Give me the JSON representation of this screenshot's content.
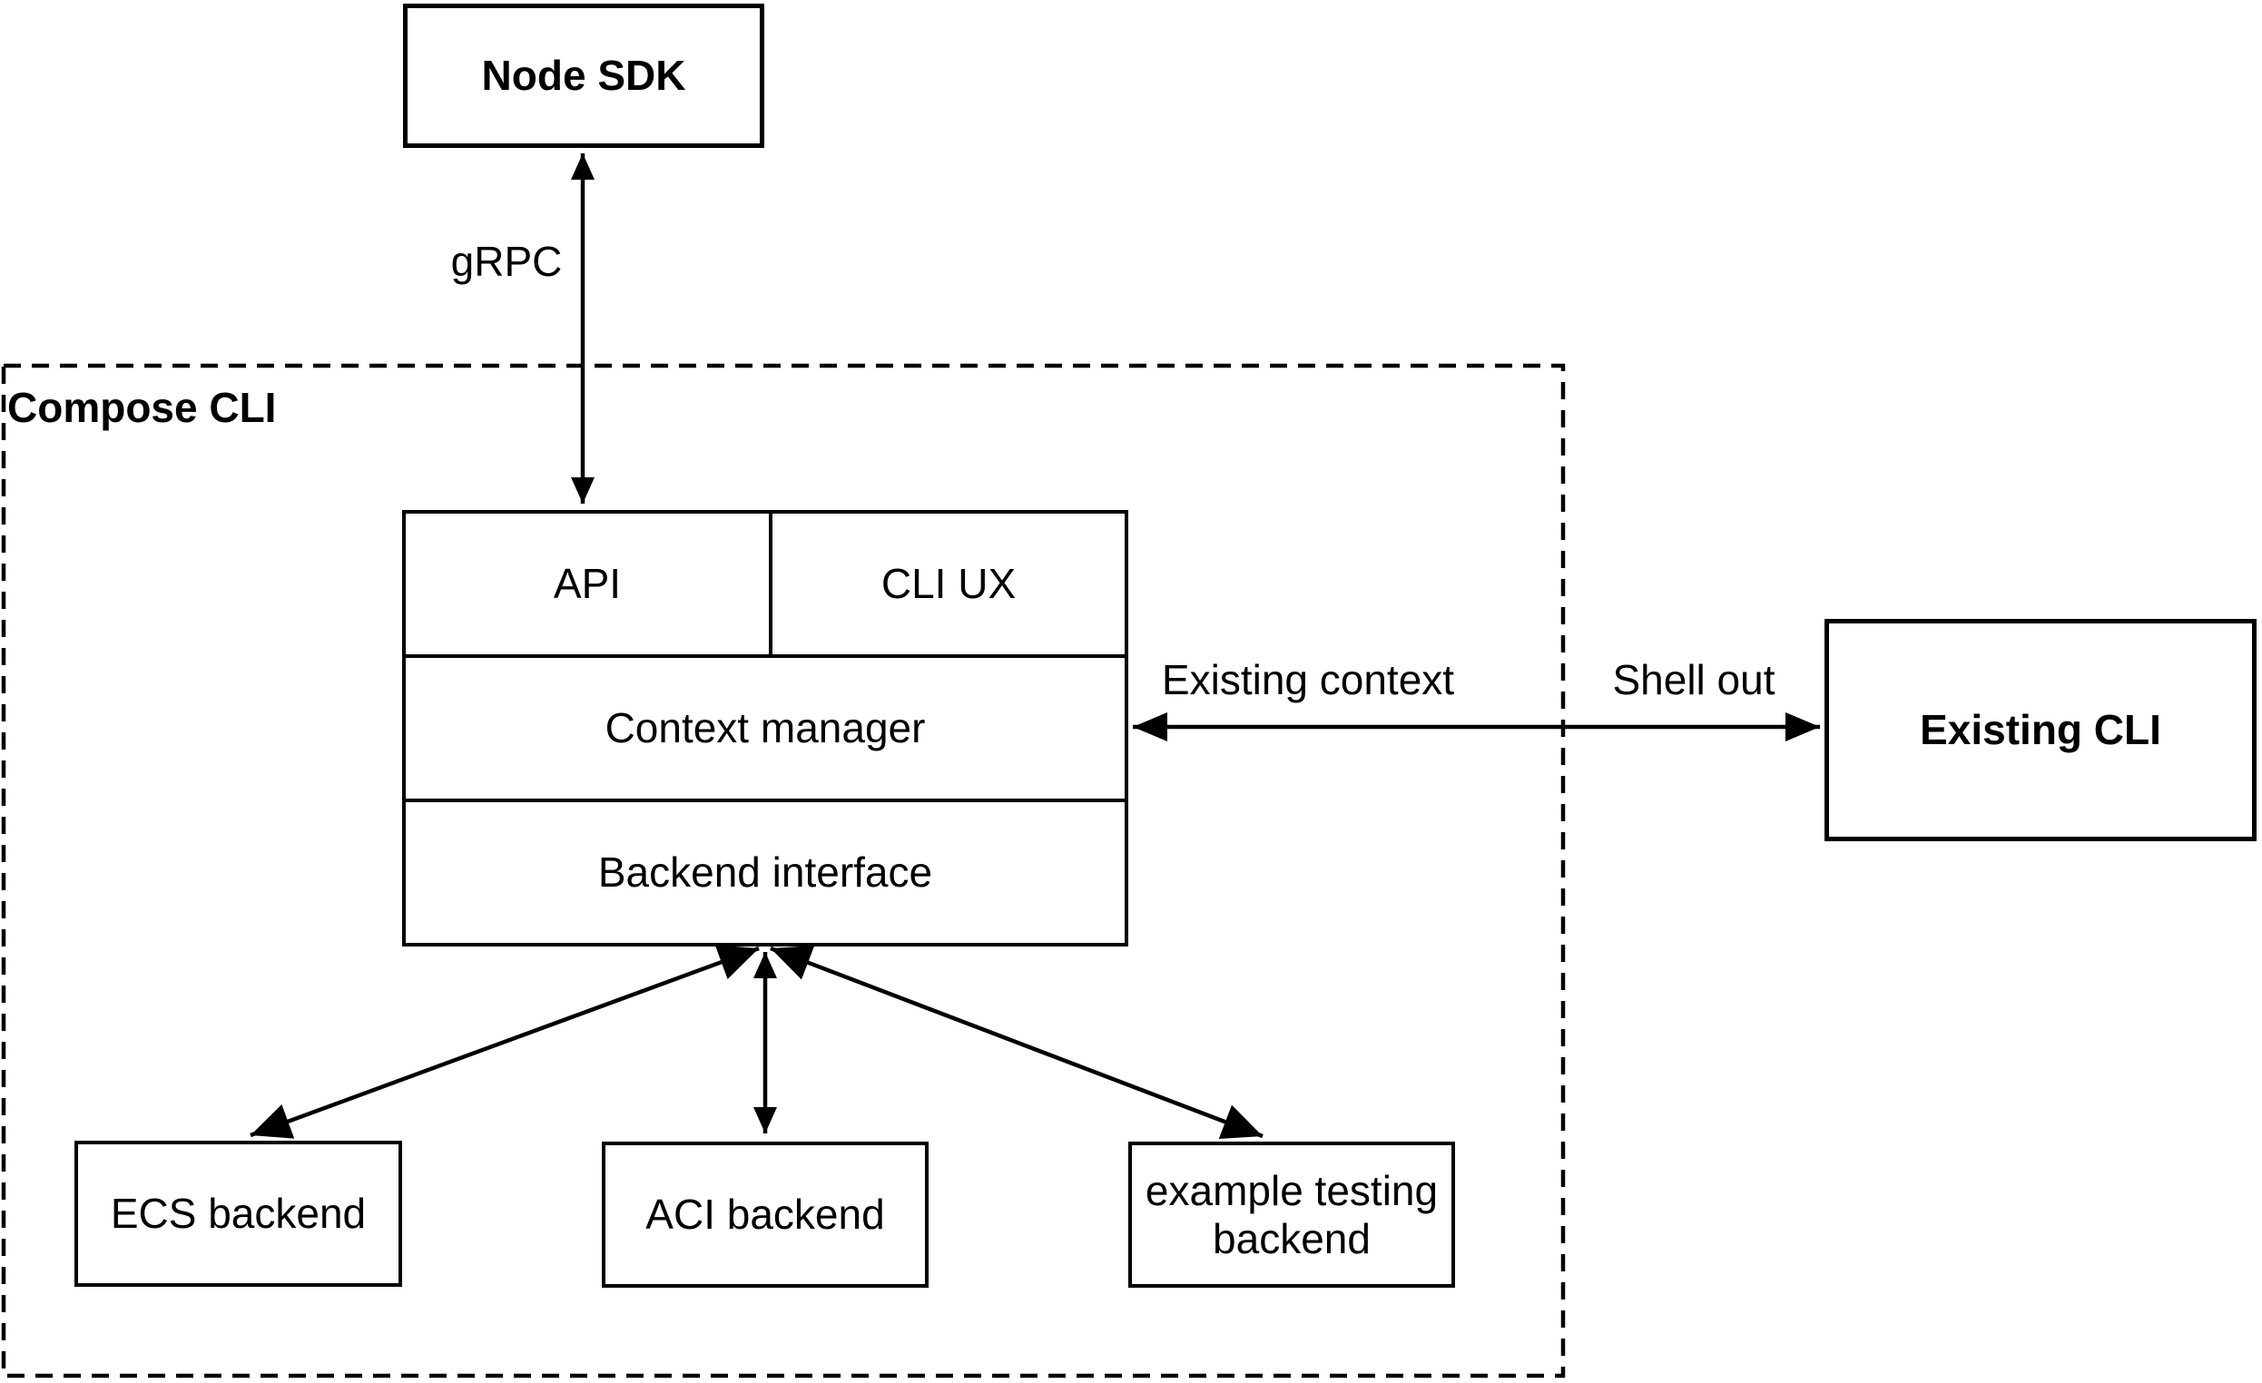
{
  "colors": {
    "stroke": "#000000",
    "background": "#ffffff"
  },
  "group": {
    "label": "Compose CLI"
  },
  "nodes": {
    "node_sdk": {
      "label": "Node SDK"
    },
    "api": {
      "label": "API"
    },
    "cli_ux": {
      "label": "CLI UX"
    },
    "context_manager": {
      "label": "Context manager"
    },
    "backend_interface": {
      "label": "Backend interface"
    },
    "existing_cli": {
      "label": "Existing CLI"
    },
    "ecs_backend": {
      "label": "ECS backend"
    },
    "aci_backend": {
      "label": "ACI backend"
    },
    "example_testing_backend": {
      "label": "example testing backend"
    }
  },
  "edge_labels": {
    "grpc": "gRPC",
    "existing_context": "Existing context",
    "shell_out": "Shell out"
  }
}
